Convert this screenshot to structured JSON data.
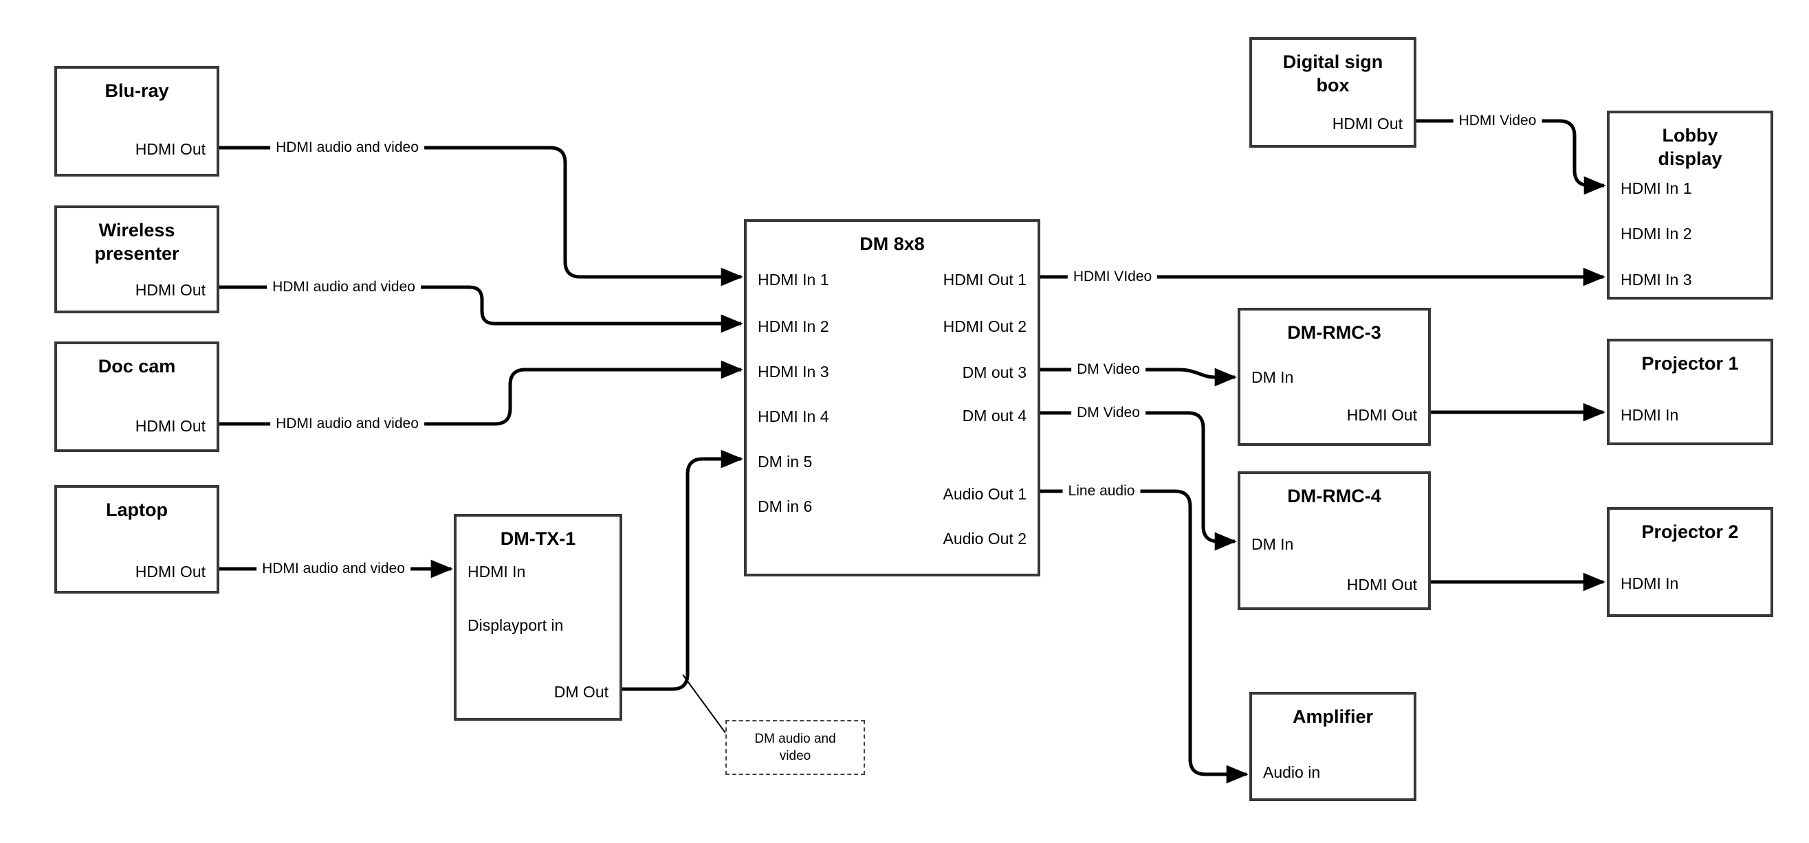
{
  "page": {
    "background": "#ffffff"
  },
  "colors": {
    "wire": "#000000",
    "box_border": "#383838",
    "callout_border": "#444444",
    "text": "#000000"
  },
  "nodes": {
    "bluray": {
      "title": "Blu-ray",
      "port_hdmi_out": "HDMI Out"
    },
    "wireless": {
      "title": "Wireless presenter",
      "port_hdmi_out": "HDMI Out"
    },
    "doccam": {
      "title": "Doc cam",
      "port_hdmi_out": "HDMI Out"
    },
    "laptop": {
      "title": "Laptop",
      "port_hdmi_out": "HDMI Out"
    },
    "dmtx1": {
      "title": "DM-TX-1",
      "port_hdmi_in": "HDMI In",
      "port_dp_in": "Displayport in",
      "port_dm_out": "DM Out"
    },
    "dm8x8": {
      "title": "DM 8x8",
      "inputs": [
        "HDMI In 1",
        "HDMI In 2",
        "HDMI In 3",
        "HDMI In 4",
        "DM in 5",
        "DM in 6"
      ],
      "outputs": [
        "HDMI Out 1",
        "HDMI Out 2",
        "DM out 3",
        "DM out 4",
        "Audio Out 1",
        "Audio Out 2"
      ]
    },
    "digital_sign": {
      "title": "Digital sign box",
      "port_hdmi_out": "HDMI Out"
    },
    "lobby": {
      "title": "Lobby display",
      "ports": [
        "HDMI In 1",
        "HDMI In 2",
        "HDMI In 3"
      ]
    },
    "dmrmc3": {
      "title": "DM-RMC-3",
      "port_dm_in": "DM In",
      "port_hdmi_out": "HDMI Out"
    },
    "dmrmc4": {
      "title": "DM-RMC-4",
      "port_dm_in": "DM In",
      "port_hdmi_out": "HDMI Out"
    },
    "proj1": {
      "title": "Projector 1",
      "port_hdmi_in": "HDMI In"
    },
    "proj2": {
      "title": "Projector 2",
      "port_hdmi_in": "HDMI In"
    },
    "amplifier": {
      "title": "Amplifier",
      "port_audio_in": "Audio in"
    }
  },
  "edges": [
    {
      "from": "Blu-ray HDMI Out",
      "to": "DM 8x8 HDMI In 1",
      "label": "HDMI audio and video"
    },
    {
      "from": "Wireless presenter HDMI Out",
      "to": "DM 8x8 HDMI In 2",
      "label": "HDMI audio and video"
    },
    {
      "from": "Doc cam HDMI Out",
      "to": "DM 8x8 HDMI In 3",
      "label": "HDMI audio and video"
    },
    {
      "from": "Laptop HDMI Out",
      "to": "DM-TX-1 HDMI In",
      "label": "HDMI audio and video"
    },
    {
      "from": "DM-TX-1 DM Out",
      "to": "DM 8x8 DM in 5",
      "label": null
    },
    {
      "from": "DM 8x8 HDMI Out 1",
      "to": "Lobby display HDMI In 3",
      "label": "HDMI VIdeo"
    },
    {
      "from": "DM 8x8 DM out 3",
      "to": "DM-RMC-3 DM In",
      "label": "DM Video"
    },
    {
      "from": "DM 8x8 DM out 4",
      "to": "DM-RMC-4 DM In",
      "label": "DM Video"
    },
    {
      "from": "DM 8x8 Audio Out 1",
      "to": "Amplifier Audio in",
      "label": "Line audio"
    },
    {
      "from": "Digital sign box HDMI Out",
      "to": "Lobby display HDMI In 1",
      "label": "HDMI Video"
    },
    {
      "from": "DM-RMC-3 HDMI Out",
      "to": "Projector 1 HDMI In",
      "label": null
    },
    {
      "from": "DM-RMC-4 HDMI Out",
      "to": "Projector 2 HDMI In",
      "label": null
    }
  ],
  "callout": {
    "text": "DM audio and video",
    "attached_to": "DM-TX-1 DM Out wire"
  }
}
